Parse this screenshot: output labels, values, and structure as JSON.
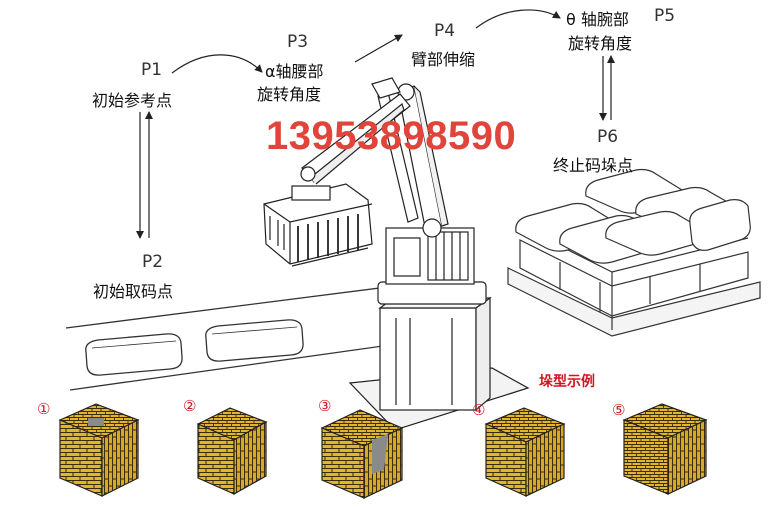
{
  "points": {
    "p1": "P1",
    "p2": "P2",
    "p3": "P3",
    "p4": "P4",
    "p5": "P5",
    "p6": "P6"
  },
  "labels": {
    "p1": "初始参考点",
    "p2": "初始取码点",
    "p3_line1": "α轴腰部",
    "p3_line2": "旋转角度",
    "p4": "臂部伸缩",
    "p5_line1": "θ 轴腕部",
    "p5_line2": "旋转角度",
    "p6": "终止码垛点"
  },
  "watermark_phone": "13953898590",
  "examples": {
    "title": "垛型示例",
    "numbers": [
      "①",
      "②",
      "③",
      "④",
      "⑤"
    ]
  },
  "colors": {
    "bag_fill": "#e2b52f",
    "line": "#222222",
    "phone": "#e0443a",
    "accent_red": "#d0151f"
  }
}
